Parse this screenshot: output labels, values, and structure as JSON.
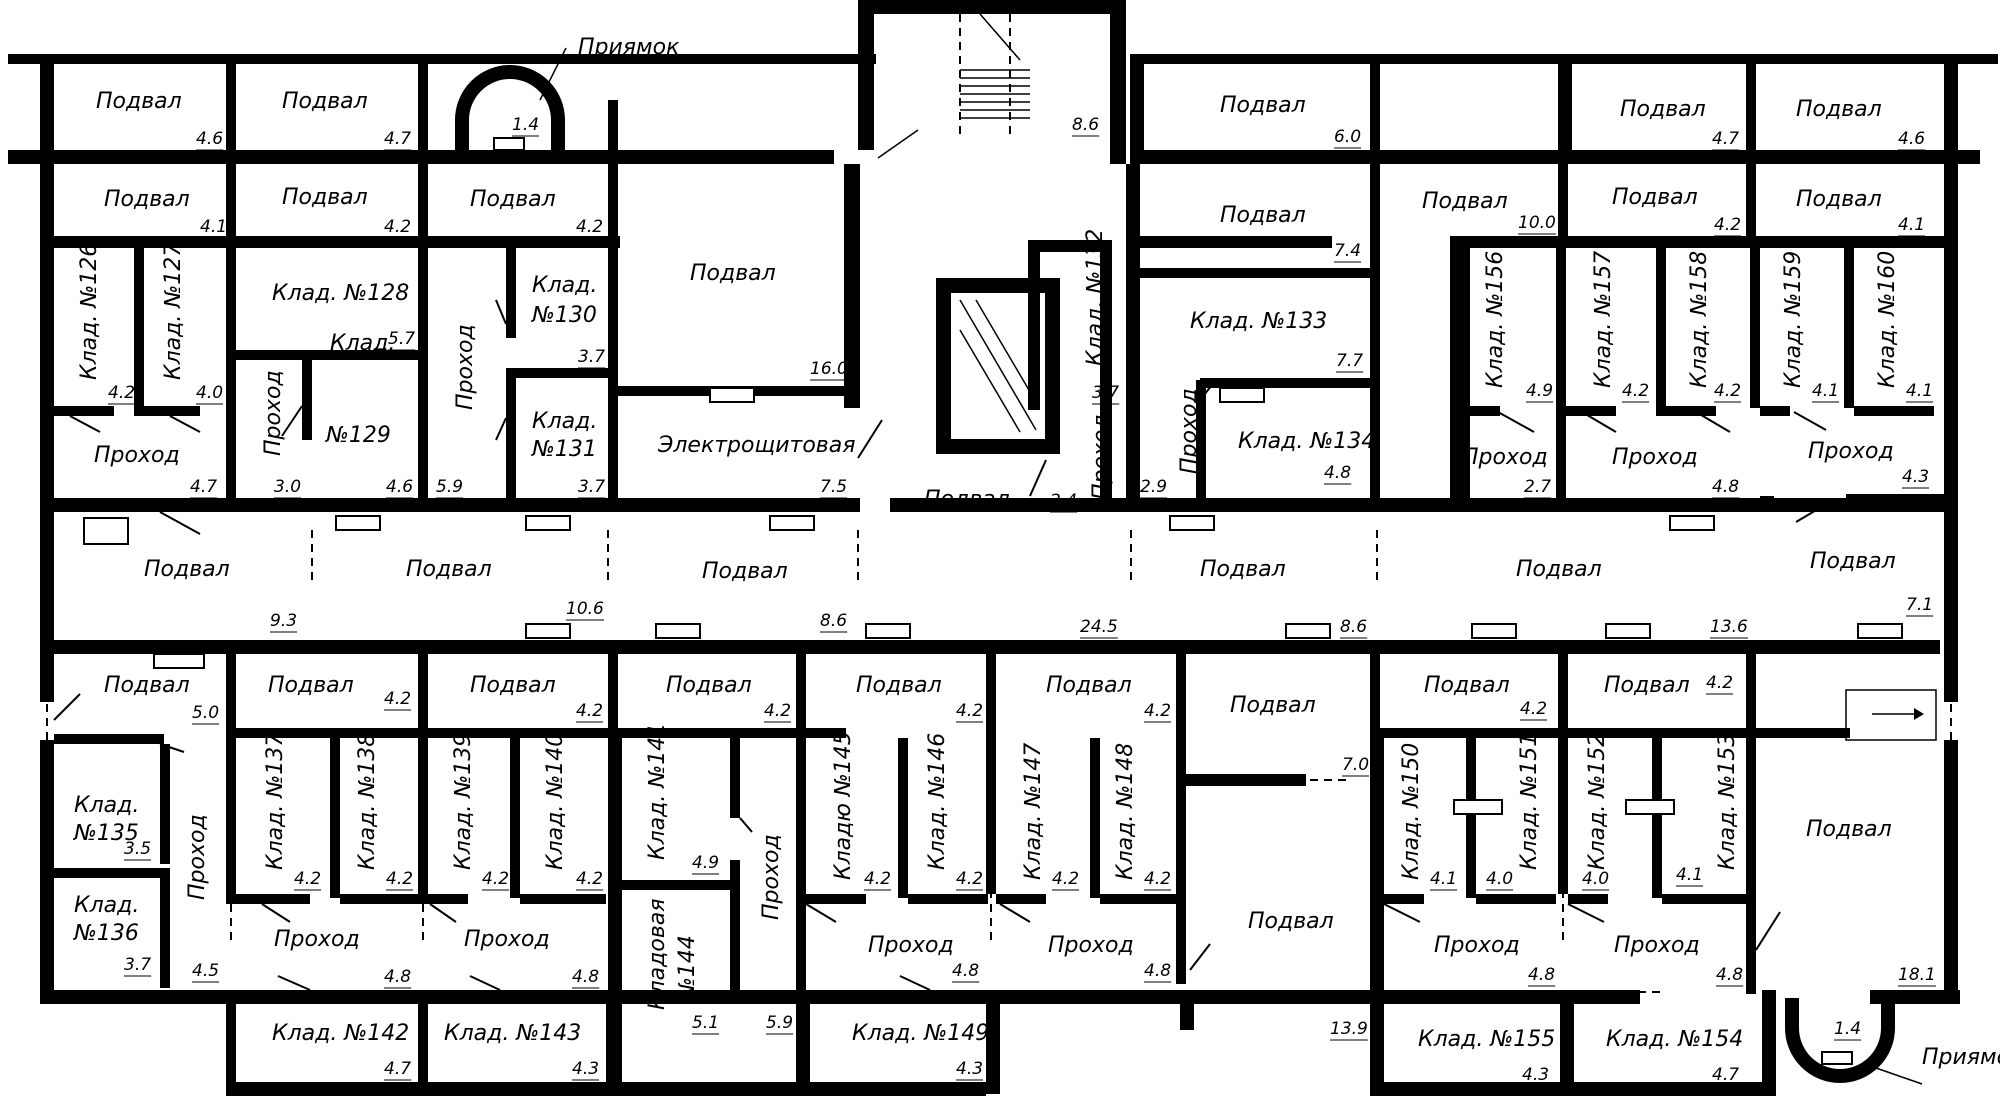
{
  "plan": {
    "labels": {
      "podval": "Подвал",
      "prokhod": "Проход",
      "elektro": "Электрощитовая",
      "priyamok": "Приямок",
      "klad_126": "Клад. №126",
      "klad_127": "Клад. №127",
      "klad_128": "Клад. №128",
      "klad_129_a": "Клад.",
      "klad_129_b": "№129",
      "klad_130_a": "Клад.",
      "klad_130_b": "№130",
      "klad_131_a": "Клад.",
      "klad_131_b": "№131",
      "klad_132": "Клад. №132",
      "klad_133": "Клад. №133",
      "klad_134": "Клад. №134",
      "klad_135_a": "Клад.",
      "klad_135_b": "№135",
      "klad_136_a": "Клад.",
      "klad_136_b": "№136",
      "klad_137": "Клад. №137",
      "klad_138": "Клад. №138",
      "klad_139": "Клад. №139",
      "klad_140": "Клад. №140",
      "klad_141": "Клад. №141",
      "klad_142": "Клад. №142",
      "klad_143": "Клад. №143",
      "klad_144_a": "Кладовая",
      "klad_144_b": "№144",
      "klad_145": "Кладю №145",
      "klad_146": "Клад. №146",
      "klad_147": "Клад. №147",
      "klad_148": "Клад. №148",
      "klad_149": "Клад. №149",
      "klad_150": "Клад. №150",
      "klad_151": "Клад. №151",
      "klad_152": "Клад. №152",
      "klad_153": "Клад. №153",
      "klad_154": "Клад. №154",
      "klad_155": "Клад. №155",
      "klad_156": "Клад. №156",
      "klad_157": "Клад. №157",
      "klad_158": "Клад. №158",
      "klad_159": "Клад. №159",
      "klad_160": "Клад. №160"
    },
    "areas": {
      "a_p1": "4.6",
      "a_p2": "4.7",
      "a_pr1": "1.4",
      "a_stair": "8.6",
      "a_p3": "6.0",
      "a_p4": "4.7",
      "a_p5": "4.6",
      "a_r2_1": "4.1",
      "a_r2_2": "4.2",
      "a_r2_3": "4.2",
      "a_r2_4": "7.4",
      "a_r2_5": "10.0",
      "a_r2_6": "4.2",
      "a_r2_7": "4.1",
      "a_126": "4.2",
      "a_127": "4.0",
      "a_128": "5.7",
      "a_130": "3.7",
      "a_podval16": "16.0",
      "a_133": "7.7",
      "a_156": "4.9",
      "a_157": "4.2",
      "a_158": "4.2",
      "a_159": "4.1",
      "a_160": "4.1",
      "a_pass1": "4.7",
      "a_pass2": "3.0",
      "a_129": "4.6",
      "a_pass3": "5.9",
      "a_131": "3.7",
      "a_el": "7.5",
      "a_132": "3.7",
      "a_pass4": "2.4",
      "a_pass5": "2.9",
      "a_134": "4.8",
      "a_pass6": "2.7",
      "a_pass7": "4.8",
      "a_pass8": "4.3",
      "a_m1": "9.3",
      "a_m2": "10.6",
      "a_m3": "8.6",
      "a_m4": "24.5",
      "a_m5": "8.6",
      "a_m6": "13.6",
      "a_m7": "7.1",
      "a_l1": "5.0",
      "a_l2": "4.2",
      "a_l3": "4.2",
      "a_l4": "4.2",
      "a_l5": "4.2",
      "a_l6": "4.2",
      "a_l7": "7.0",
      "a_l8": "4.2",
      "a_l9": "4.2",
      "a_135": "3.5",
      "a_136": "3.7",
      "a_pass9": "4.5",
      "a_137": "4.2",
      "a_138": "4.2",
      "a_139": "4.2",
      "a_140": "4.2",
      "a_141": "4.9",
      "a_145": "4.2",
      "a_146": "4.2",
      "a_147": "4.2",
      "a_148": "4.2",
      "a_150": "4.1",
      "a_151": "4.0",
      "a_152": "4.0",
      "a_153": "4.1",
      "a_pb1": "4.8",
      "a_pb2": "4.8",
      "a_pb3": "4.8",
      "a_pb4": "4.8",
      "a_pb5": "4.8",
      "a_pb6": "4.8",
      "a_144": "5.1",
      "a_pass10": "5.9",
      "a_big1": "13.9",
      "a_big2": "18.1",
      "a_142": "4.7",
      "a_143": "4.3",
      "a_149": "4.3",
      "a_155": "4.3",
      "a_154": "4.7",
      "a_pr2": "1.4"
    }
  }
}
